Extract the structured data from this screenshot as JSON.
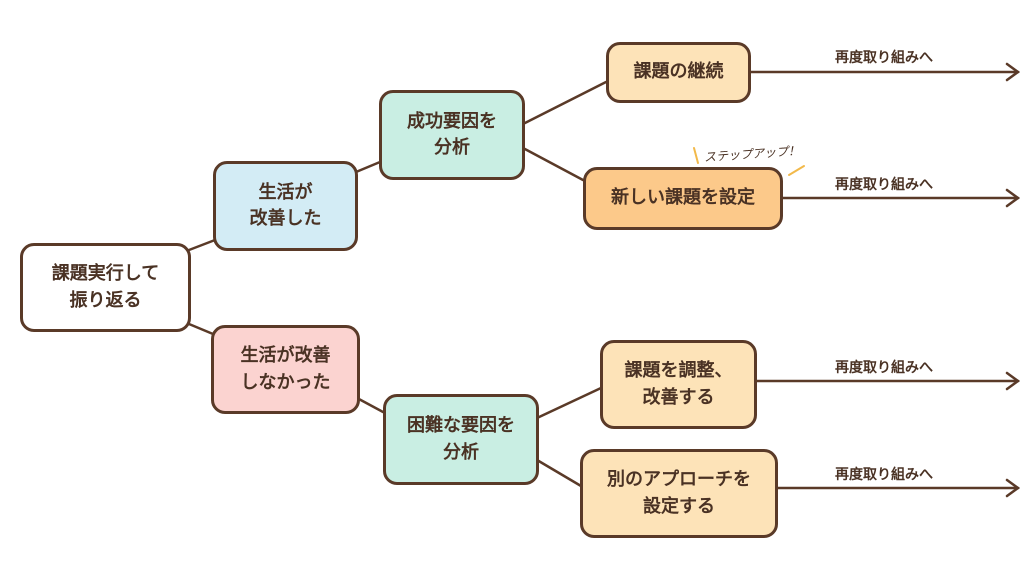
{
  "colors": {
    "line": "#5a3a28",
    "root_fill": "#ffffff",
    "success_fill": "#d3ecf5",
    "fail_fill": "#fbd3d0",
    "analysis_fill": "#c9eee3",
    "action_fill": "#fde3b8",
    "highlight_fill": "#fcc98a",
    "badge_accent": "#f2b94a"
  },
  "nodes": {
    "root": "課題実行して\n振り返る",
    "success": "生活が\n改善した",
    "fail": "生活が改善\nしなかった",
    "success_analysis": "成功要因を\n分析",
    "fail_analysis": "困難な要因を\n分析",
    "continue": "課題の継続",
    "new_task": "新しい課題を設定",
    "adjust": "課題を調整、\n改善する",
    "other_approach": "別のアプローチを\n設定する"
  },
  "outcomes": [
    "再度取り組みへ",
    "再度取り組みへ",
    "再度取り組みへ",
    "再度取り組みへ"
  ],
  "badge": "ステップアップ！"
}
